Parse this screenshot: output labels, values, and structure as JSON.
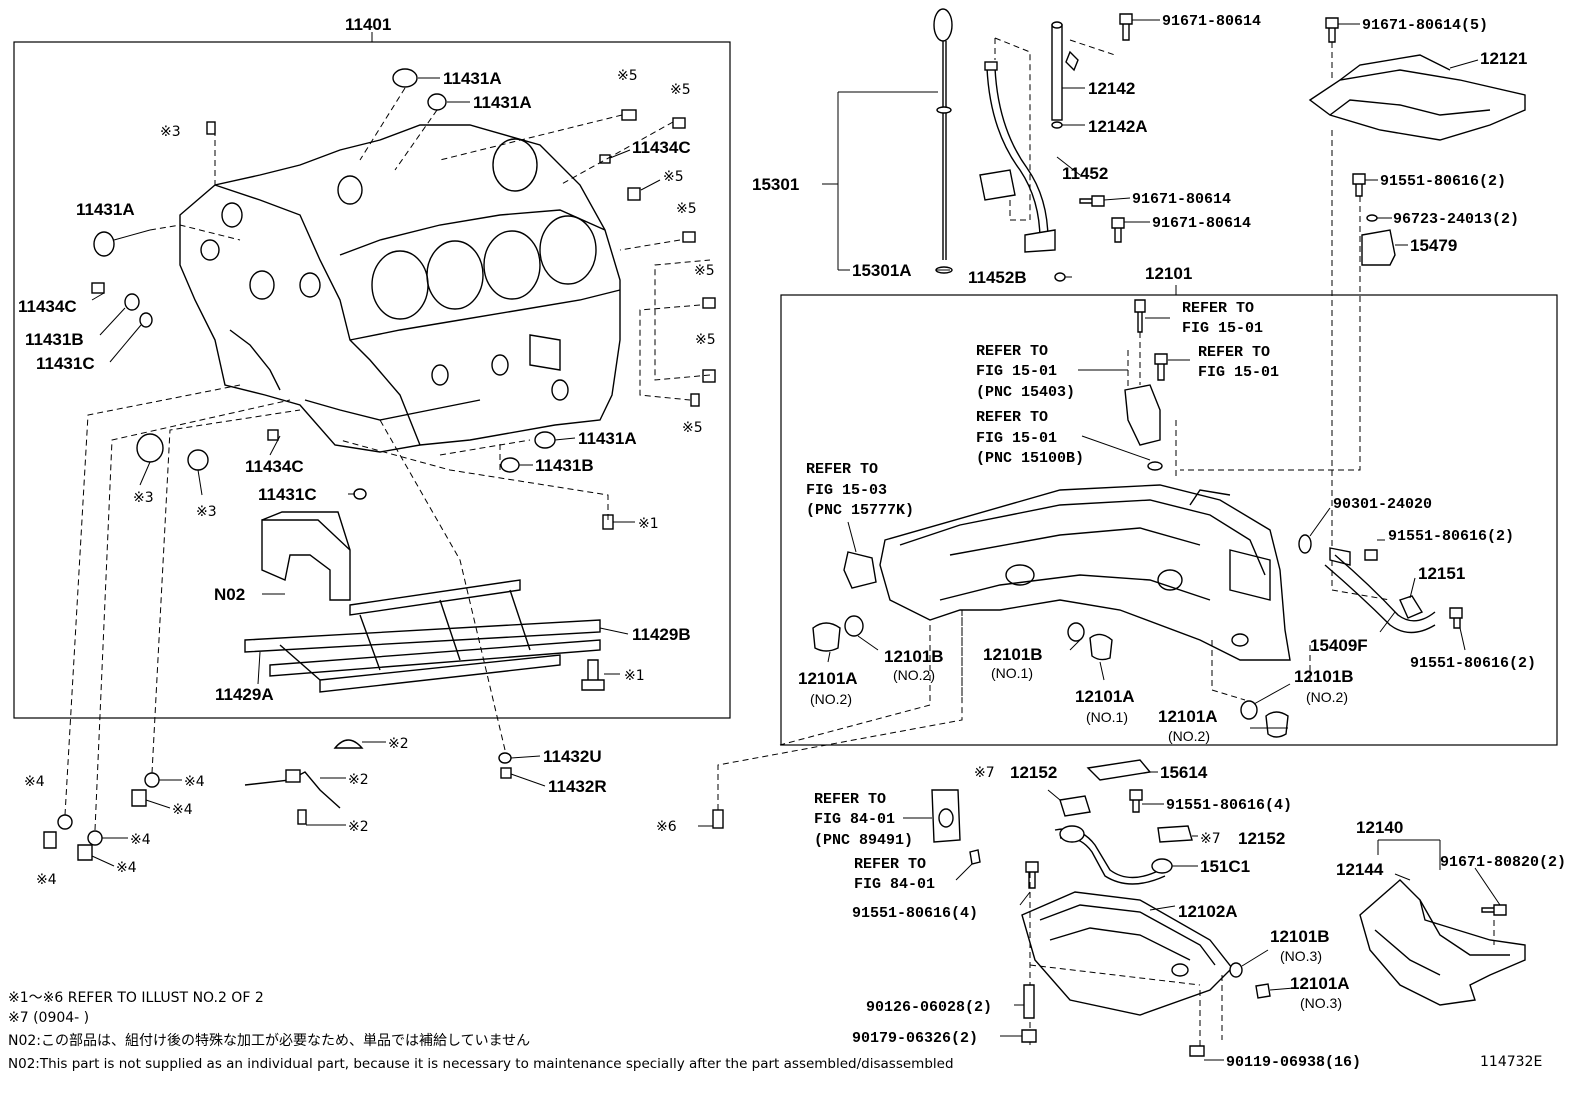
{
  "callouts": {
    "c11401": "11401",
    "c11431A_1": "11431A",
    "c11431A_2": "11431A",
    "c11431A_3": "11431A",
    "c11431A_4": "11431A",
    "c11434C_1": "11434C",
    "c11434C_2": "11434C",
    "c11434C_3": "11434C",
    "c11431B_1": "11431B",
    "c11431B_2": "11431B",
    "c11431C_1": "11431C",
    "c11431C_2": "11431C",
    "cN02": "N02",
    "c11429A": "11429A",
    "c11429B": "11429B",
    "c11432U": "11432U",
    "c11432R": "11432R",
    "c15301": "15301",
    "c15301A": "15301A",
    "c12142": "12142",
    "c12142A": "12142A",
    "c11452": "11452",
    "c11452B": "11452B",
    "c12101": "12101",
    "c12121": "12121",
    "c15479": "15479",
    "c12151": "12151",
    "c15409F": "15409F",
    "c12152_1": "12152",
    "c12152_2": "12152",
    "c15614": "15614",
    "c151C1": "151C1",
    "c12102A": "12102A",
    "c12140": "12140",
    "c12144": "12144",
    "c12101A_1": "12101A",
    "c12101A_2": "12101A",
    "c12101A_3": "12101A",
    "c12101A_4": "12101A",
    "c12101B_1": "12101B",
    "c12101B_2": "12101B",
    "c12101B_3": "12101B",
    "c12101B_4": "12101B"
  },
  "subs": {
    "no2a": "(NO.2)",
    "no2b": "(NO.2)",
    "no1a": "(NO.1)",
    "no1b": "(NO.1)",
    "no2c": "(NO.2)",
    "no2d": "(NO.2)",
    "no3a": "(NO.3)",
    "no3b": "(NO.3)"
  },
  "bolts": {
    "b1": "91671-80614",
    "b2": "91671-80614(5)",
    "b3": "91671-80614",
    "b4": "91671-80614",
    "b5": "91551-80616(2)",
    "b6": "96723-24013(2)",
    "b7": "90301-24020",
    "b8": "91551-80616(2)",
    "b9": "91551-80616(2)",
    "b10": "91551-80616(4)",
    "b11": "91551-80616(4)",
    "b12": "91671-80820(2)",
    "b13": "90126-06028(2)",
    "b14": "90179-06326(2)",
    "b15": "90119-06938(16)"
  },
  "marks": {
    "m3a": "※3",
    "m3b": "※3",
    "m3c": "※3",
    "m5a": "※5",
    "m5b": "※5",
    "m5c": "※5",
    "m5d": "※5",
    "m5e": "※5",
    "m5f": "※5",
    "m5g": "※5",
    "m1a": "※1",
    "m1b": "※1",
    "m2a": "※2",
    "m2b": "※2",
    "m2c": "※2",
    "m4a": "※4",
    "m4b": "※4",
    "m4c": "※4",
    "m4d": "※4",
    "m4e": "※4",
    "m4f": "※4",
    "m6": "※6",
    "m7a": "※7",
    "m7b": "※7"
  },
  "refs": {
    "r1_l1": "REFER TO",
    "r1_l2": "FIG 15-01",
    "r2_l1": "REFER TO",
    "r2_l2": "FIG 15-01",
    "r2_l3": "(PNC 15403)",
    "r3_l1": "REFER TO",
    "r3_l2": "FIG 15-01",
    "r4_l1": "REFER TO",
    "r4_l2": "FIG 15-01",
    "r4_l3": "(PNC 15100B)",
    "r5_l1": "REFER TO",
    "r5_l2": "FIG 15-03",
    "r5_l3": "(PNC 15777K)",
    "r6_l1": "REFER TO",
    "r6_l2": "FIG 84-01",
    "r6_l3": "(PNC 89491)",
    "r7_l1": "REFER TO",
    "r7_l2": "FIG 84-01"
  },
  "notes": {
    "n1": "※1～※6  REFER TO ILLUST NO.2 OF 2",
    "n2": "※7 (0904-        )",
    "n3": "N02:この部品は、組付け後の特殊な加工が必要なため、単品では補給していません",
    "n4": "N02:This part is not supplied as an individual part, because it is necessary to maintenance specially after the part assembled/disassembled",
    "fig_id": "114732E"
  }
}
